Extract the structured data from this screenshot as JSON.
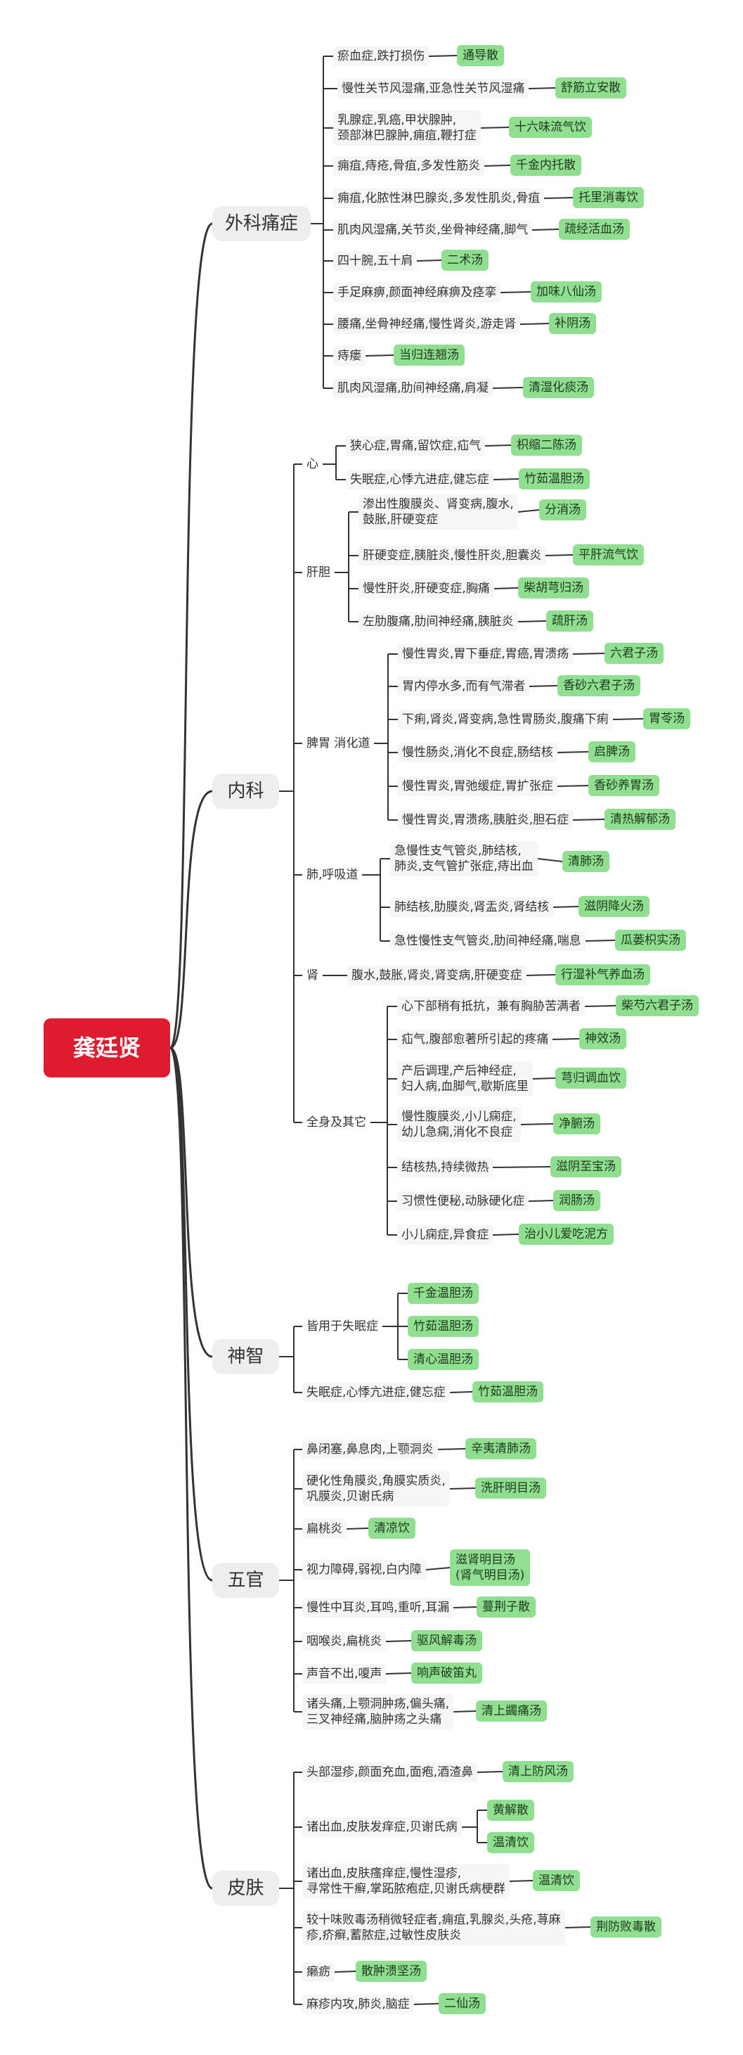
{
  "root": "龚廷贤",
  "colors": {
    "root": "#e01b30",
    "branch": "#eeeeee",
    "remedy": "#90de8f",
    "line": "#333333"
  },
  "branches": {
    "b1": {
      "label": "外科痛症",
      "items": [
        {
          "cond": "瘀血症,跌打损伤",
          "rx": "通导散"
        },
        {
          "cond": "慢性关节风湿痛,亚急性关节风湿痛",
          "rx": "舒筋立安散"
        },
        {
          "cond": "乳腺症,乳癌,甲状腺肿,\n颈部淋巴腺肿,痈疽,鞭打症",
          "rx": "十六味流气饮"
        },
        {
          "cond": "痈疽,痔疮,骨疽,多发性筋炎",
          "rx": "千金内托散"
        },
        {
          "cond": "痈疽,化脓性淋巴腺炎,多发性肌炎,骨疽",
          "rx": "托里消毒饮"
        },
        {
          "cond": "肌肉风湿痛,关节炎,坐骨神经痛,脚气",
          "rx": "疏经活血汤"
        },
        {
          "cond": "四十腕,五十肩",
          "rx": "二术汤"
        },
        {
          "cond": "手足麻痹,颜面神经麻痹及痉挛",
          "rx": "加味八仙汤"
        },
        {
          "cond": "腰痛,坐骨神经痛,慢性肾炎,游走肾",
          "rx": "补阴汤"
        },
        {
          "cond": "痔瘘",
          "rx": "当归连翘汤"
        },
        {
          "cond": "肌肉风湿痛,肋间神经痛,肩凝",
          "rx": "清湿化痰汤"
        }
      ]
    },
    "b2": {
      "label": "内科",
      "subs": {
        "s1": {
          "label": "心",
          "items": [
            {
              "cond": "狭心症,胃痛,留饮症,疝气",
              "rx": "枳缩二陈汤"
            },
            {
              "cond": "失眠症,心悸亢进症,健忘症",
              "rx": "竹茹温胆汤"
            }
          ]
        },
        "s2": {
          "label": "肝胆",
          "items": [
            {
              "cond": "渗出性腹膜炎、肾变病,腹水,\n鼓胀,肝硬变症",
              "rx": "分消汤"
            },
            {
              "cond": "肝硬变症,胰脏炎,慢性肝炎,胆囊炎",
              "rx": "平肝流气饮"
            },
            {
              "cond": "慢性肝炎,肝硬变症,胸痛",
              "rx": "柴胡芎归汤"
            },
            {
              "cond": "左肋腹痛,肋间神经痛,胰脏炎",
              "rx": "疏肝汤"
            }
          ]
        },
        "s3": {
          "label": "脾胃 消化道",
          "items": [
            {
              "cond": "慢性胃炎,胃下垂症,胃癌,胃溃疡",
              "rx": "六君子汤"
            },
            {
              "cond": "胃内停水多,而有气滞者",
              "rx": "香砂六君子汤"
            },
            {
              "cond": "下痢,肾炎,肾变病,急性胃肠炎,腹痛下痢",
              "rx": "胃苓汤"
            },
            {
              "cond": "慢性肠炎,消化不良症,肠结核",
              "rx": "启脾汤"
            },
            {
              "cond": "慢性胃炎,胃弛缓症,胃扩张症",
              "rx": "香砂养胃汤"
            },
            {
              "cond": "慢性胃炎,胃溃疡,胰脏炎,胆石症",
              "rx": "清热解郁汤"
            }
          ]
        },
        "s4": {
          "label": "肺,呼吸道",
          "items": [
            {
              "cond": "急慢性支气管炎,肺结核,\n肺炎,支气管扩张症,痔出血",
              "rx": "清肺汤"
            },
            {
              "cond": "肺结核,肋膜炎,肾盂炎,肾结核",
              "rx": "滋阴降火汤"
            },
            {
              "cond": "急性慢性支气管炎,肋间神经痛,喘息",
              "rx": "瓜蒌枳实汤"
            }
          ]
        },
        "s5": {
          "label": "肾",
          "items": [
            {
              "cond": "腹水,鼓胀,肾炎,肾变病,肝硬变症",
              "rx": "行湿补气养血汤"
            }
          ]
        },
        "s6": {
          "label": "全身及其它",
          "items": [
            {
              "cond": "心下部稍有抵抗，兼有胸胁苦满者",
              "rx": "柴芍六君子汤"
            },
            {
              "cond": "疝气,腹部愈著所引起的疼痛",
              "rx": "神效汤"
            },
            {
              "cond": "产后调理,产后神经症,\n妇人病,血脚气,歇斯底里",
              "rx": "芎归调血饮"
            },
            {
              "cond": "慢性腹膜炎,小儿痫症,\n幼儿急痫,消化不良症",
              "rx": "净腑汤"
            },
            {
              "cond": "结核热,持续微热",
              "rx": "滋阴至宝汤"
            },
            {
              "cond": "习惯性便秘,动脉硬化症",
              "rx": "润肠汤"
            },
            {
              "cond": "小儿痫症,异食症",
              "rx": "治小儿爱吃泥方"
            }
          ]
        }
      }
    },
    "b3": {
      "label": "神智",
      "subs": {
        "s1": {
          "label": "皆用于失眠症",
          "rxs": [
            "千金温胆汤",
            "竹茹温胆汤",
            "清心温胆汤"
          ]
        },
        "s2": {
          "cond": "失眠症,心悸亢进症,健忘症",
          "rx": "竹茹温胆汤"
        }
      }
    },
    "b4": {
      "label": "五官",
      "items": [
        {
          "cond": "鼻闭塞,鼻息肉,上颚洞炎",
          "rx": "辛夷清肺汤"
        },
        {
          "cond": "硬化性角膜炎,角膜实质炎,\n巩膜炎,贝谢氏病",
          "rx": "洗肝明目汤"
        },
        {
          "cond": "扁桃炎",
          "rx": "清凉饮"
        },
        {
          "cond": "视力障碍,弱视,白内障",
          "rx": "滋肾明目汤\n(肾气明目汤)"
        },
        {
          "cond": "慢性中耳炎,耳鸣,重听,耳漏",
          "rx": "蔓荆子散"
        },
        {
          "cond": "咽喉炎,扁桃炎",
          "rx": "驱风解毒汤"
        },
        {
          "cond": "声音不出,嗄声",
          "rx": "响声破笛丸"
        },
        {
          "cond": "诸头痛,上颚洞肿疡,偏头痛,\n三叉神经痛,脑肿疡之头痛",
          "rx": "清上蠲痛汤"
        }
      ]
    },
    "b5": {
      "label": "皮肤",
      "items": [
        {
          "cond": "头部湿疹,颜面充血,面疱,酒渣鼻",
          "rx": "清上防风汤"
        },
        {
          "cond": "诸出血,皮肤发痒症,贝谢氏病",
          "rxs": [
            "黄解散",
            "温清饮"
          ]
        },
        {
          "cond": "诸出血,皮肤瘙痒症,慢性湿疹,\n寻常性干癣,掌跖脓疱症,贝谢氏病梗群",
          "rx": "温清饮"
        },
        {
          "cond": "较十味败毒汤稍微轻症者,痈疽,乳腺炎,头疮,荨麻\n疹,疥癣,蓄脓症,过敏性皮肤炎",
          "rx": "荆防败毒散"
        },
        {
          "cond": "癞疬",
          "rx": "散肿溃坚汤"
        },
        {
          "cond": "麻疹内攻,肺炎,脑症",
          "rx": "二仙汤"
        }
      ]
    }
  }
}
